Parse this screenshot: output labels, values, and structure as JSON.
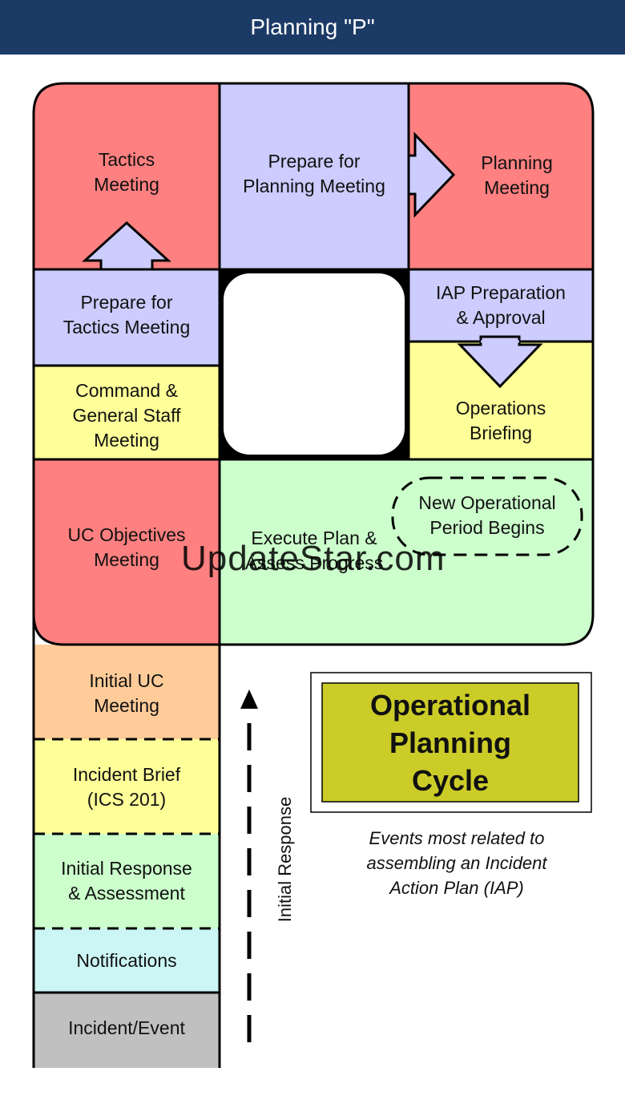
{
  "header": {
    "title": "Planning \"P\""
  },
  "colors": {
    "header": "#1c3a66",
    "red": "#ff8080",
    "lavender": "#ccccff",
    "yellow": "#ffff99",
    "green": "#ccffcc",
    "orange": "#ffcc99",
    "cyan": "#ccf5f5",
    "gray": "#c0c0c0",
    "olive": "#cccc29"
  },
  "cycle": {
    "tactics_meeting": "Tactics\nMeeting",
    "prepare_planning_meeting": "Prepare for\nPlanning Meeting",
    "planning_meeting": "Planning\nMeeting",
    "prepare_tactics_meeting": "Prepare for\nTactics Meeting",
    "iap_preparation": "IAP Preparation\n&  Approval",
    "command_general_staff": "Command &\nGeneral Staff\nMeeting",
    "operations_briefing": "Operations\nBriefing",
    "uc_objectives_meeting": "UC Objectives\nMeeting",
    "execute_plan": "Execute Plan &\nAssess Progress",
    "new_operational_period": "New Operational\nPeriod Begins"
  },
  "stem": {
    "initial_uc_meeting": "Initial UC\nMeeting",
    "incident_brief": "Incident Brief\n(ICS 201)",
    "initial_response": "Initial Response\n& Assessment",
    "notifications": "Notifications",
    "incident_event": "Incident/Event"
  },
  "initial_response_label": "Initial Response",
  "operational_planning_cycle": "Operational\nPlanning\nCycle",
  "caption": "Events most related to\nassembling an Incident\nAction Plan (IAP)",
  "watermark": "UpdateStar.com"
}
